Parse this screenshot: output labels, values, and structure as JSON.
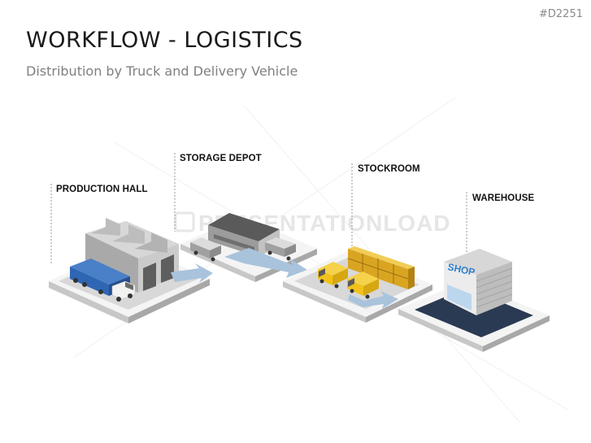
{
  "slide": {
    "code": "#D2251",
    "title": "WORKFLOW - LOGISTICS",
    "subtitle": "Distribution by Truck and Delivery Vehicle",
    "watermark": "PRESENTATIONLOAD"
  },
  "stations": [
    {
      "label": "PRODUCTION HALL"
    },
    {
      "label": "STORAGE DEPOT"
    },
    {
      "label": "STOCKROOM"
    },
    {
      "label": "WAREHOUSE"
    }
  ],
  "shop_sign": "SHOP",
  "colors": {
    "flow_arrow": "#a9c3dc",
    "truck_trailer": "#2f66b3",
    "delivery_van": "#f2c21a",
    "shop_sign": "#2f7fcf",
    "building_gray": "#c8c8c8"
  }
}
